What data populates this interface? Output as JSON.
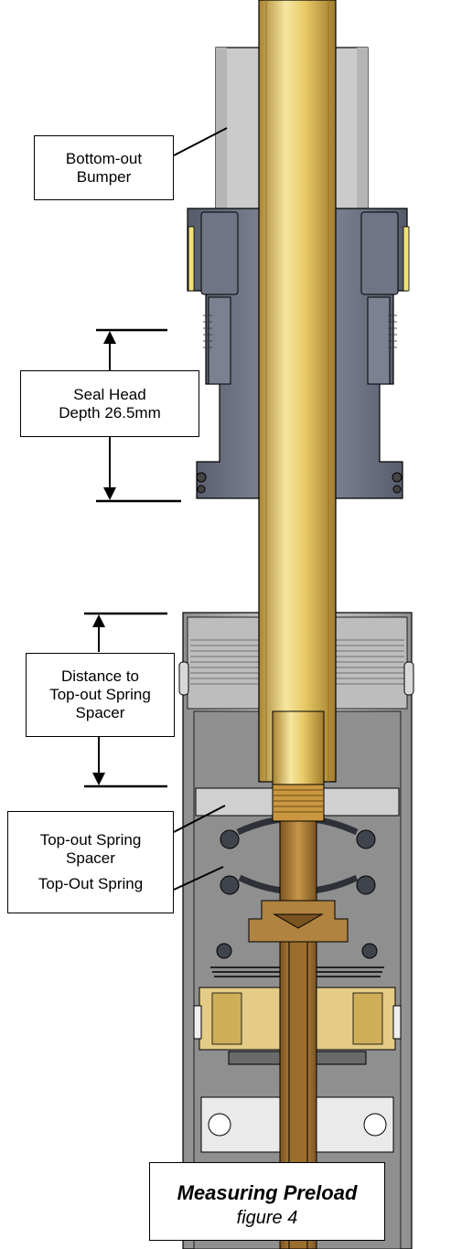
{
  "labels": {
    "bumper": "Bottom-out\nBumper",
    "seal_head_depth": "Seal Head\nDepth 26.5mm",
    "distance_spacer": "Distance to\nTop-out Spring\nSpacer",
    "spacer_and_spring_line1": "Top-out Spring\nSpacer",
    "spacer_and_spring_line2": "Top-Out Spring"
  },
  "caption": {
    "title": "Measuring Preload",
    "subtitle": "figure 4"
  },
  "colors": {
    "shaft_gold": "#e6c45c",
    "bronze": "#b0813a",
    "gray_light": "#c8c8c8",
    "gray_mid": "#9a9a9a",
    "gray_dark": "#5f6575",
    "outline": "#000000"
  }
}
